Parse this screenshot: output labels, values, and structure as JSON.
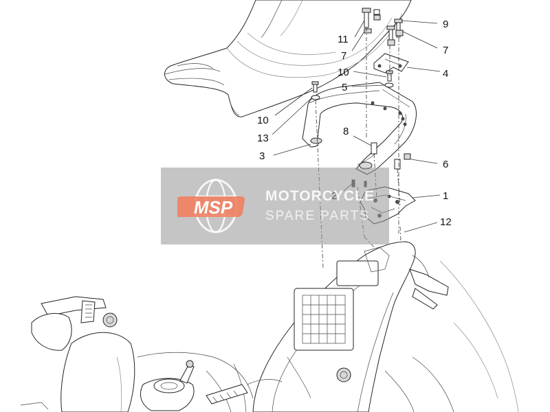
{
  "callouts": [
    {
      "id": "c1",
      "label": "1"
    },
    {
      "id": "c2",
      "label": "2"
    },
    {
      "id": "c3",
      "label": "3"
    },
    {
      "id": "c4",
      "label": "4"
    },
    {
      "id": "c5",
      "label": "5"
    },
    {
      "id": "c6",
      "label": "6"
    },
    {
      "id": "c7a",
      "label": "7"
    },
    {
      "id": "c7b",
      "label": "7"
    },
    {
      "id": "c8",
      "label": "8"
    },
    {
      "id": "c9",
      "label": "9"
    },
    {
      "id": "c10a",
      "label": "10"
    },
    {
      "id": "c10b",
      "label": "10"
    },
    {
      "id": "c11",
      "label": "11"
    },
    {
      "id": "c12",
      "label": "12"
    },
    {
      "id": "c13",
      "label": "13"
    }
  ],
  "watermark": {
    "logo_text": "MSP",
    "title": "MOTORCYCLE",
    "subtitle": "SPARE PARTS"
  },
  "colors": {
    "watermark_bg": "#969696",
    "logo_orange": "#f08060",
    "line": "#222222"
  }
}
